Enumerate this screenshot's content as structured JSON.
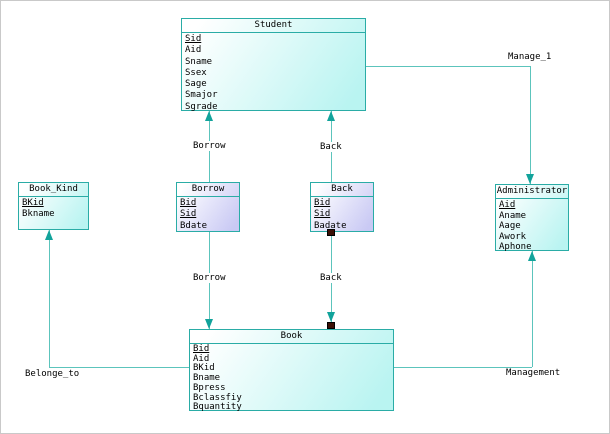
{
  "entities": {
    "student": {
      "title": "Student",
      "fields": [
        {
          "name": "Sid",
          "pk": true
        },
        {
          "name": "Aid",
          "pk": false
        },
        {
          "name": "Sname",
          "pk": false
        },
        {
          "name": "Ssex",
          "pk": false
        },
        {
          "name": "Sage",
          "pk": false
        },
        {
          "name": "Smajor",
          "pk": false
        },
        {
          "name": "Sgrade",
          "pk": false
        }
      ]
    },
    "book_kind": {
      "title": "Book_Kind",
      "fields": [
        {
          "name": "BKid",
          "pk": true
        },
        {
          "name": "Bkname",
          "pk": false
        }
      ]
    },
    "borrow": {
      "title": "Borrow",
      "fields": [
        {
          "name": "Bid",
          "pk": true
        },
        {
          "name": "Sid",
          "pk": true
        },
        {
          "name": "Bdate",
          "pk": false
        }
      ]
    },
    "back": {
      "title": "Back",
      "fields": [
        {
          "name": "Bid",
          "pk": true
        },
        {
          "name": "Sid",
          "pk": true
        },
        {
          "name": "Badate",
          "pk": false
        }
      ]
    },
    "administrator": {
      "title": "Administrator",
      "fields": [
        {
          "name": "Aid",
          "pk": true
        },
        {
          "name": "Aname",
          "pk": false
        },
        {
          "name": "Aage",
          "pk": false
        },
        {
          "name": "Awork",
          "pk": false
        },
        {
          "name": "Aphone",
          "pk": false
        }
      ]
    },
    "book": {
      "title": "Book",
      "fields": [
        {
          "name": "Bid",
          "pk": true
        },
        {
          "name": "Aid",
          "pk": false
        },
        {
          "name": "BKid",
          "pk": false
        },
        {
          "name": "Bname",
          "pk": false
        },
        {
          "name": "Bpress",
          "pk": false
        },
        {
          "name": "Bclassfiy",
          "pk": false
        },
        {
          "name": "Bquantity",
          "pk": false
        }
      ]
    }
  },
  "relationship_labels": {
    "borrow_upper": "Borrow",
    "back_upper": "Back",
    "manage_1": "Manage_1",
    "borrow_lower": "Borrow",
    "back_lower": "Back",
    "belonge_to": "Belonge_to",
    "management": "Management"
  },
  "colors": {
    "box_border": "#2aaca6",
    "connector_line": "#5cc4bc",
    "arrow_fill": "#12a39b",
    "entity_fill_end": "#b9f4f1",
    "relation_fill_end": "#c9c9f4",
    "connection_marker": "#3b1005"
  }
}
